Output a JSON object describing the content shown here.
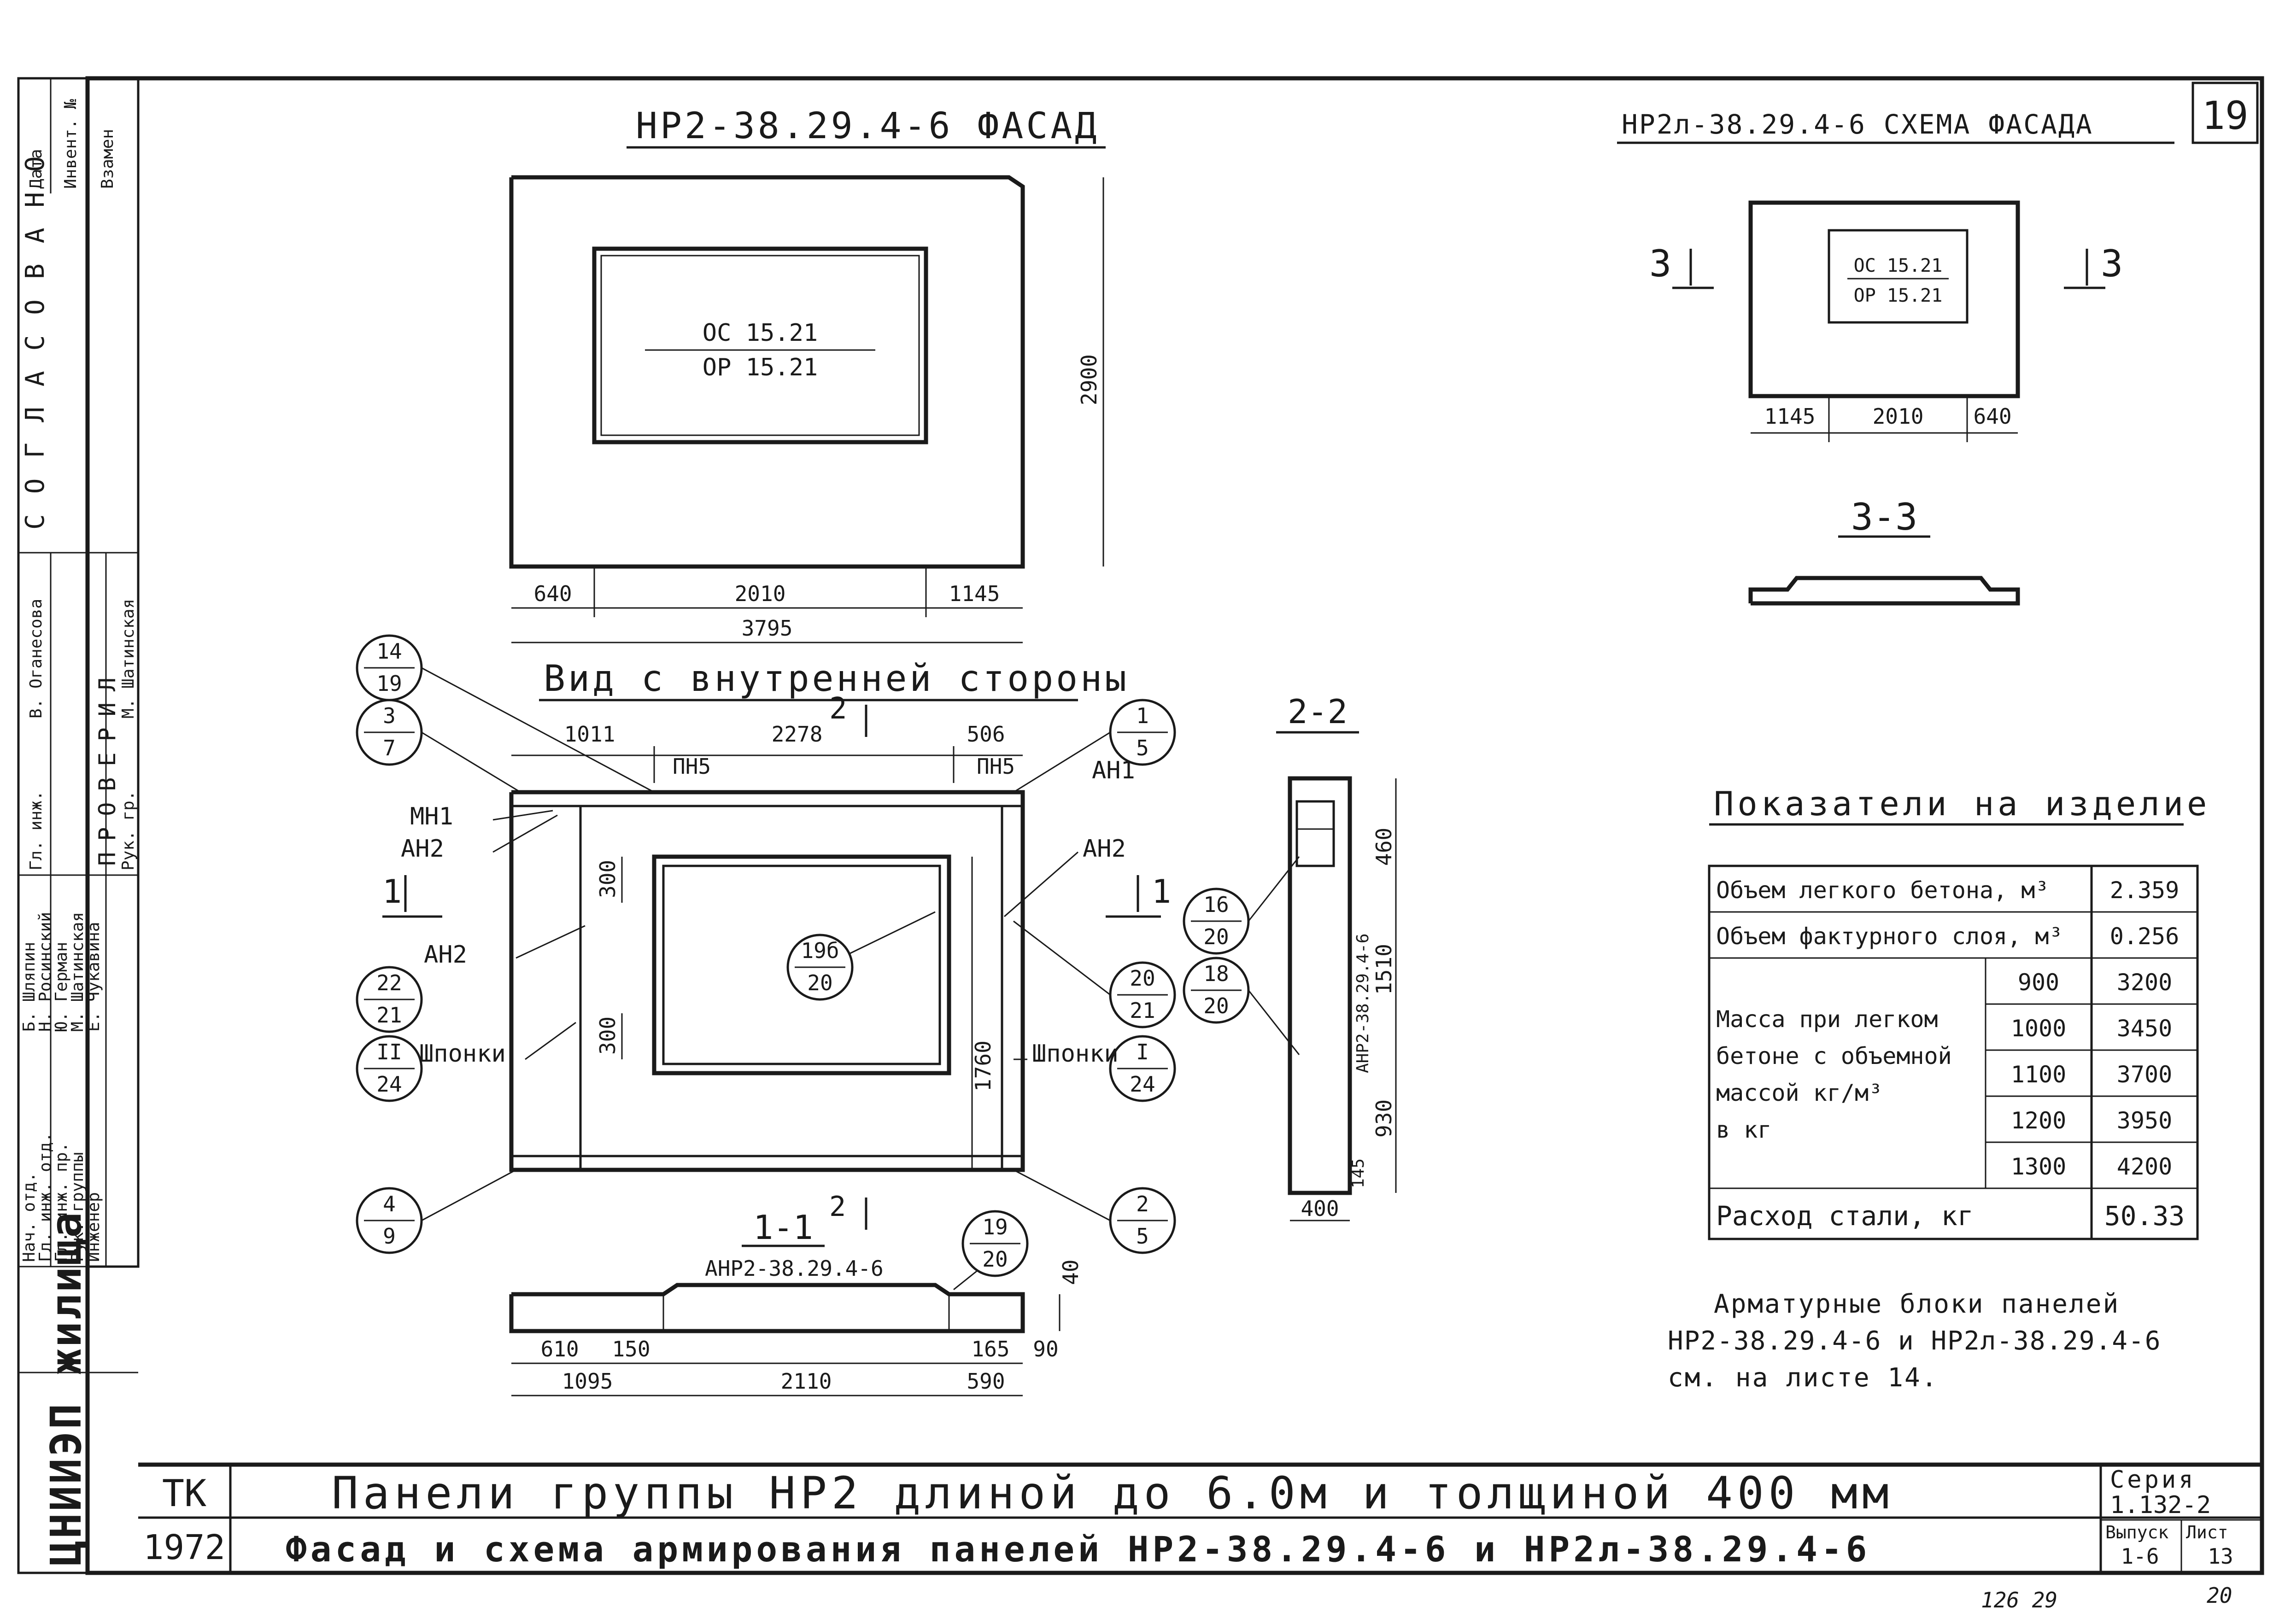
{
  "sheet_number": "19",
  "facade": {
    "title": "НР2-38.29.4-6 ФАСАД",
    "window_top": "ОС 15.21",
    "window_bottom": "ОР 15.21",
    "height": "2900",
    "dims_bottom": [
      "640",
      "2010",
      "1145"
    ],
    "total": "3795"
  },
  "scheme": {
    "title": "НР2л-38.29.4-6 СХЕМА ФАСАДА",
    "window_top": "ОС 15.21",
    "window_bottom": "ОР 15.21",
    "dims_bottom": [
      "1145",
      "2010",
      "640"
    ],
    "cut_left": "3",
    "cut_right": "3",
    "section_title": "3-3"
  },
  "interior": {
    "title": "Вид с внутренней стороны",
    "cut_mark": "2",
    "top_dims": [
      "1011",
      "2278",
      "506"
    ],
    "pn_left": "ПН5",
    "pn_right": "ПН5",
    "labels": [
      "МН1",
      "АН2",
      "АН2",
      "АН2",
      "АН1",
      "Шпонки",
      "Шпонки"
    ],
    "dims_left": [
      "300",
      "300"
    ],
    "height_right": "1760",
    "cut_left": "1",
    "cut_right": "1",
    "callouts": [
      {
        "num": "14",
        "den": "19"
      },
      {
        "num": "3",
        "den": "7"
      },
      {
        "num": "1",
        "den": "5"
      },
      {
        "num": "22",
        "den": "21"
      },
      {
        "num": "II",
        "den": "24"
      },
      {
        "num": "19б",
        "den": "20"
      },
      {
        "num": "20",
        "den": "21"
      },
      {
        "num": "I",
        "den": "24"
      },
      {
        "num": "4",
        "den": "9"
      },
      {
        "num": "2",
        "den": "5"
      }
    ]
  },
  "section_1_1": {
    "title": "1-1",
    "cut_mark": "2",
    "label": "АНР2-38.29.4-6",
    "callout": {
      "num": "19",
      "den": "20"
    },
    "dim_side": "40",
    "dims_a": [
      "610",
      "150",
      "165",
      "90"
    ],
    "dims_b": [
      "1095",
      "2110",
      "590"
    ]
  },
  "section_2_2": {
    "title": "2-2",
    "label": "АНР2-38.29.4-6",
    "dims_right": [
      "460",
      "1510",
      "930",
      "145"
    ],
    "dim_bottom": "400",
    "callouts": [
      {
        "num": "16",
        "den": "20"
      },
      {
        "num": "18",
        "den": "20"
      }
    ]
  },
  "indicators": {
    "title": "Показатели на изделие",
    "rows": [
      {
        "label": "Объем легкого бетона, м³",
        "value": "2.359"
      },
      {
        "label": "Объем фактурного слоя, м³",
        "value": "0.256"
      }
    ],
    "mass_label": [
      "Масса при легком",
      "бетоне с объемной",
      "массой кг/м³",
      "в кг"
    ],
    "mass_rows": [
      {
        "density": "900",
        "mass": "3200"
      },
      {
        "density": "1000",
        "mass": "3450"
      },
      {
        "density": "1100",
        "mass": "3700"
      },
      {
        "density": "1200",
        "mass": "3950"
      },
      {
        "density": "1300",
        "mass": "4200"
      }
    ],
    "steel_label": "Расход стали, кг",
    "steel_value": "50.33"
  },
  "note": [
    "Арматурные блоки панелей",
    "НР2-38.29.4-6 и НР2л-38.29.4-6",
    "см. на листе 14."
  ],
  "title_block": {
    "tk": "ТК",
    "year": "1972",
    "line1": "Панели группы НР2 длиной до 6.0м и толщиной 400 мм",
    "line2": "Фасад и схема армирования панелей НР2-38.29.4-6 и НР2л-38.29.4-6",
    "series_label": "Серия",
    "series_value": "1.132-2",
    "issue_label": "Выпуск",
    "issue_value": "1-6",
    "sheet_label": "Лист",
    "sheet_value": "13",
    "institute": "ЦНИИЭП жилища"
  },
  "side_stamp": {
    "agreed": "СОГЛАСОВАНО",
    "checked": "ПРОВЕРИЛ",
    "columns": [
      "Дата",
      "Инвент. №",
      "Взамен"
    ],
    "roles": [
      "Нач. отд.",
      "Гл. инж. отд.",
      "Гл. инж. пр.",
      "Рук. группы",
      "Инженер"
    ],
    "names": [
      "Б. Шляпин",
      "Н. Росинский",
      "Ю. Герман",
      "М. Шатинская",
      "Е. Чукавина"
    ],
    "positions": [
      "Гл. инж.",
      "Рук. гр."
    ],
    "checker_names": [
      "В. Оганесова",
      "М. Шатинская"
    ]
  },
  "footer_marks": [
    "126 29",
    "20"
  ]
}
